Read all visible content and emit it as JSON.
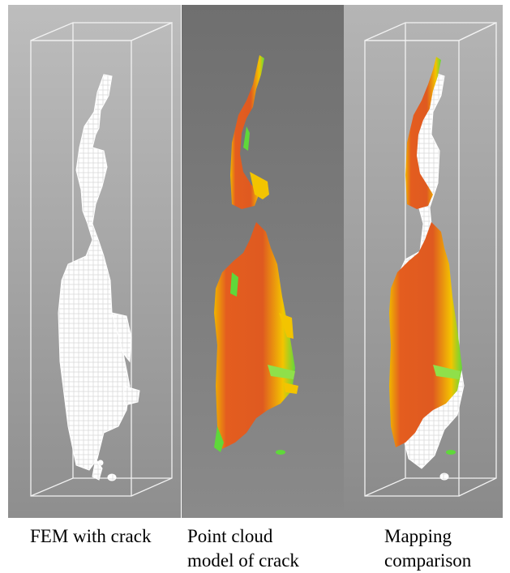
{
  "panels": [
    {
      "caption_lines": [
        "FEM with crack"
      ],
      "render": "white-mesh"
    },
    {
      "caption_lines": [
        "Point cloud",
        "model of crack"
      ],
      "render": "heatmap"
    },
    {
      "caption_lines": [
        "Mapping",
        "comparison"
      ],
      "render": "mesh-with-heatmap"
    }
  ],
  "colors": {
    "mesh": "#ffffff",
    "heat_high": "#e0571f",
    "heat_mid": "#f5c400",
    "heat_low": "#5fd83a"
  }
}
